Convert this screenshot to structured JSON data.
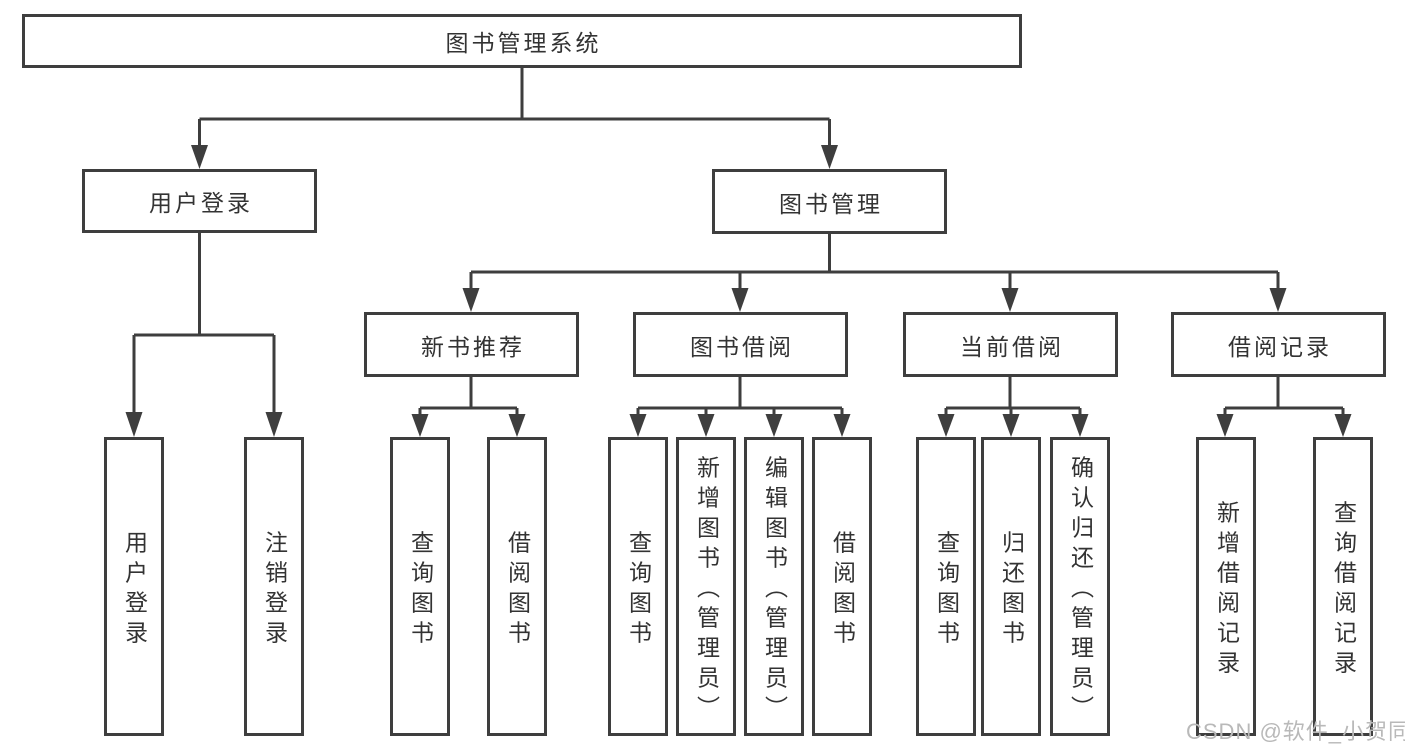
{
  "diagram": {
    "type": "tree",
    "title": "图书管理系统",
    "nodes": {
      "root": {
        "label": "图书管理系统"
      },
      "user_login": {
        "label": "用户登录"
      },
      "book_mgmt": {
        "label": "图书管理"
      },
      "new_book_rec": {
        "label": "新书推荐"
      },
      "book_borrow": {
        "label": "图书借阅"
      },
      "current_borrow": {
        "label": "当前借阅"
      },
      "borrow_records": {
        "label": "借阅记录"
      },
      "login": {
        "label": "用户登录"
      },
      "logout": {
        "label": "注销登录"
      },
      "rec_query_books": {
        "label": "查询图书"
      },
      "rec_borrow_books": {
        "label": "借阅图书"
      },
      "bb_query_books": {
        "label": "查询图书"
      },
      "bb_add_books": {
        "label": "新增图书（管理员）"
      },
      "bb_edit_books": {
        "label": "编辑图书（管理员）"
      },
      "bb_borrow_books": {
        "label": "借阅图书"
      },
      "cb_query_books": {
        "label": "查询图书"
      },
      "cb_return_books": {
        "label": "归还图书"
      },
      "cb_confirm_return": {
        "label": "确认归还（管理员）"
      },
      "br_add_record": {
        "label": "新增借阅记录"
      },
      "br_query_record": {
        "label": "查询借阅记录"
      }
    },
    "edges": [
      [
        "root",
        "user_login"
      ],
      [
        "root",
        "book_mgmt"
      ],
      [
        "user_login",
        "login"
      ],
      [
        "user_login",
        "logout"
      ],
      [
        "book_mgmt",
        "new_book_rec"
      ],
      [
        "book_mgmt",
        "book_borrow"
      ],
      [
        "book_mgmt",
        "current_borrow"
      ],
      [
        "book_mgmt",
        "borrow_records"
      ],
      [
        "new_book_rec",
        "rec_query_books"
      ],
      [
        "new_book_rec",
        "rec_borrow_books"
      ],
      [
        "book_borrow",
        "bb_query_books"
      ],
      [
        "book_borrow",
        "bb_add_books"
      ],
      [
        "book_borrow",
        "bb_edit_books"
      ],
      [
        "book_borrow",
        "bb_borrow_books"
      ],
      [
        "current_borrow",
        "cb_query_books"
      ],
      [
        "current_borrow",
        "cb_return_books"
      ],
      [
        "current_borrow",
        "cb_confirm_return"
      ],
      [
        "borrow_records",
        "br_add_record"
      ],
      [
        "borrow_records",
        "br_query_record"
      ]
    ]
  },
  "watermark": {
    "text": "CSDN @软件_小贺同学"
  },
  "colors": {
    "line": "#3e3e3e",
    "text": "#333333",
    "background": "#ffffff",
    "watermark": "#b9b9b9"
  }
}
